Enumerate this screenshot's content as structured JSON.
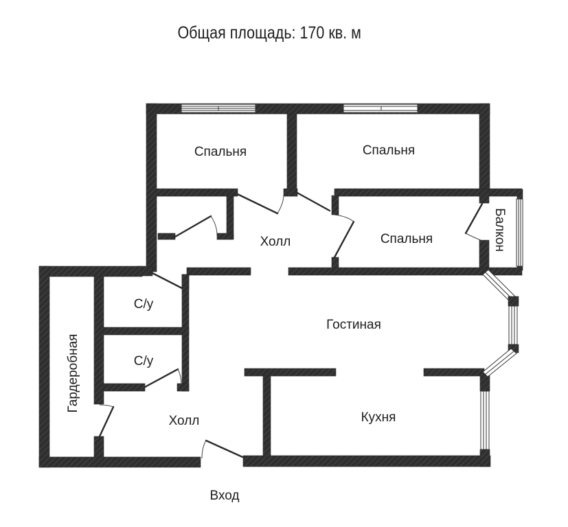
{
  "plan": {
    "title": "Общая площадь: 170 кв. м",
    "total_area_sq_m": 170,
    "wall_color": "#2f2f2f",
    "background_color": "#ffffff",
    "rooms": [
      {
        "id": "bedroom-1",
        "label": "Спальня"
      },
      {
        "id": "bedroom-2",
        "label": "Спальня"
      },
      {
        "id": "bedroom-3",
        "label": "Спальня"
      },
      {
        "id": "balcony",
        "label": "Балкон"
      },
      {
        "id": "hall-upper",
        "label": "Холл"
      },
      {
        "id": "living-room",
        "label": "Гостиная"
      },
      {
        "id": "bathroom-1",
        "label": "С/у"
      },
      {
        "id": "bathroom-2",
        "label": "С/у"
      },
      {
        "id": "wardrobe",
        "label": "Гардеробная"
      },
      {
        "id": "hall-lower",
        "label": "Холл"
      },
      {
        "id": "kitchen",
        "label": "Кухня"
      }
    ],
    "entrance_label": "Вход"
  }
}
